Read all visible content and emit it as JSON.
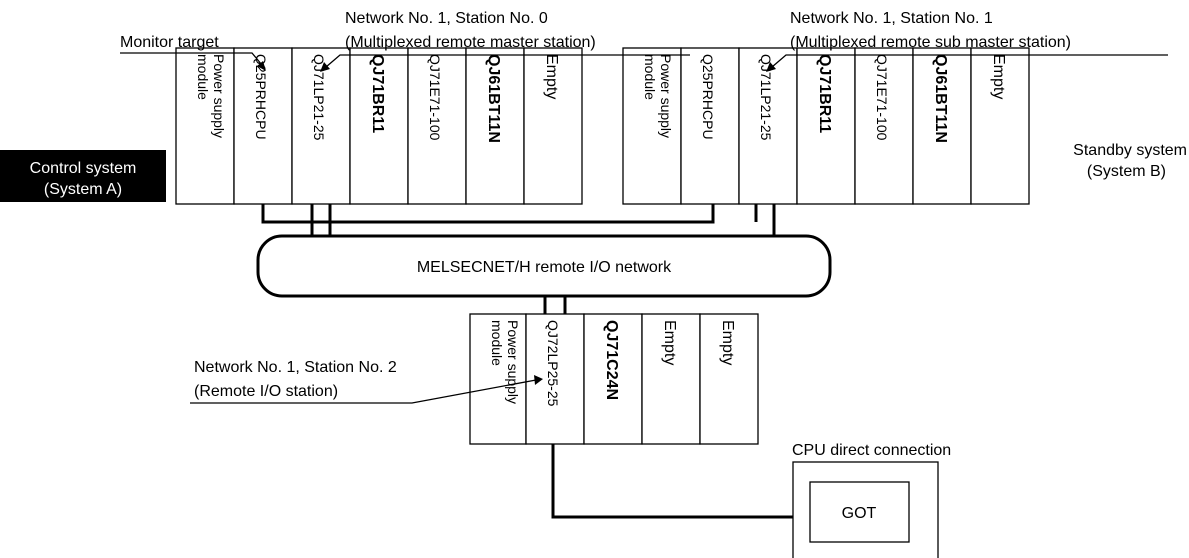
{
  "callouts": {
    "monitor_target": "Monitor target",
    "master_line1": "Network No. 1, Station No. 0",
    "master_line2": "(Multiplexed remote master station)",
    "sub_master_line1": "Network No. 1, Station No. 1",
    "sub_master_line2": "(Multiplexed remote sub master station)",
    "remote_io_line1": "Network No. 1, Station No. 2",
    "remote_io_line2": "(Remote I/O station)",
    "cpu_direct": "CPU direct connection"
  },
  "systems": {
    "control_line1": "Control system",
    "control_line2": "(System A)",
    "standby_line1": "Standby system",
    "standby_line2": "(System B)"
  },
  "network_label": "MELSECNET/H remote I/O network",
  "got_label": "GOT",
  "racks": {
    "system_a": [
      {
        "line1": "Power supply",
        "line2": "module"
      },
      {
        "line1": "Q25PRHCPU"
      },
      {
        "line1": "QJ71LP21-25"
      },
      {
        "line1": "QJ71BR11"
      },
      {
        "line1": "QJ71E71-100"
      },
      {
        "line1": "QJ61BT11N"
      },
      {
        "line1": "Empty"
      }
    ],
    "system_b": [
      {
        "line1": "Power supply",
        "line2": "module"
      },
      {
        "line1": "Q25PRHCPU"
      },
      {
        "line1": "QJ71LP21-25"
      },
      {
        "line1": "QJ71BR11"
      },
      {
        "line1": "QJ71E71-100"
      },
      {
        "line1": "QJ61BT11N"
      },
      {
        "line1": "Empty"
      }
    ],
    "remote_io": [
      {
        "line1": "Power supply",
        "line2": "module"
      },
      {
        "line1": "QJ72LP25-25"
      },
      {
        "line1": "QJ71C24N"
      },
      {
        "line1": "Empty"
      },
      {
        "line1": "Empty"
      }
    ]
  }
}
